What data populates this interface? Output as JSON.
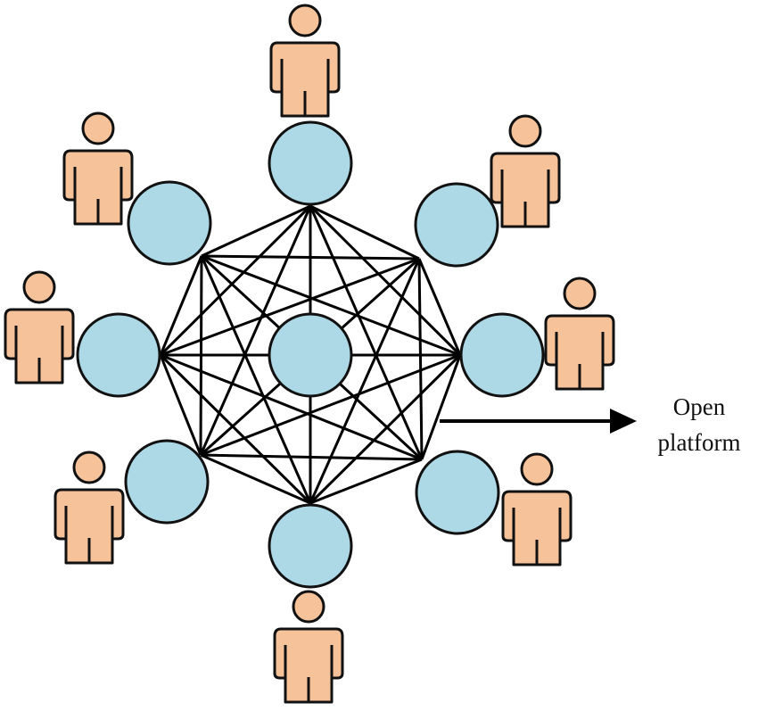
{
  "diagram": {
    "annotation": {
      "line1": "Open",
      "line2": "platform"
    },
    "colors": {
      "node_fill": "#add8e6",
      "node_stroke": "#111111",
      "edge": "#000000",
      "person_fill": "#f6c29a",
      "person_stroke": "#111111"
    },
    "network": {
      "outer_node_count": 8,
      "center_node": true,
      "topology": "fully-connected"
    },
    "users": {
      "count": 8,
      "icon": "person-icon"
    }
  }
}
